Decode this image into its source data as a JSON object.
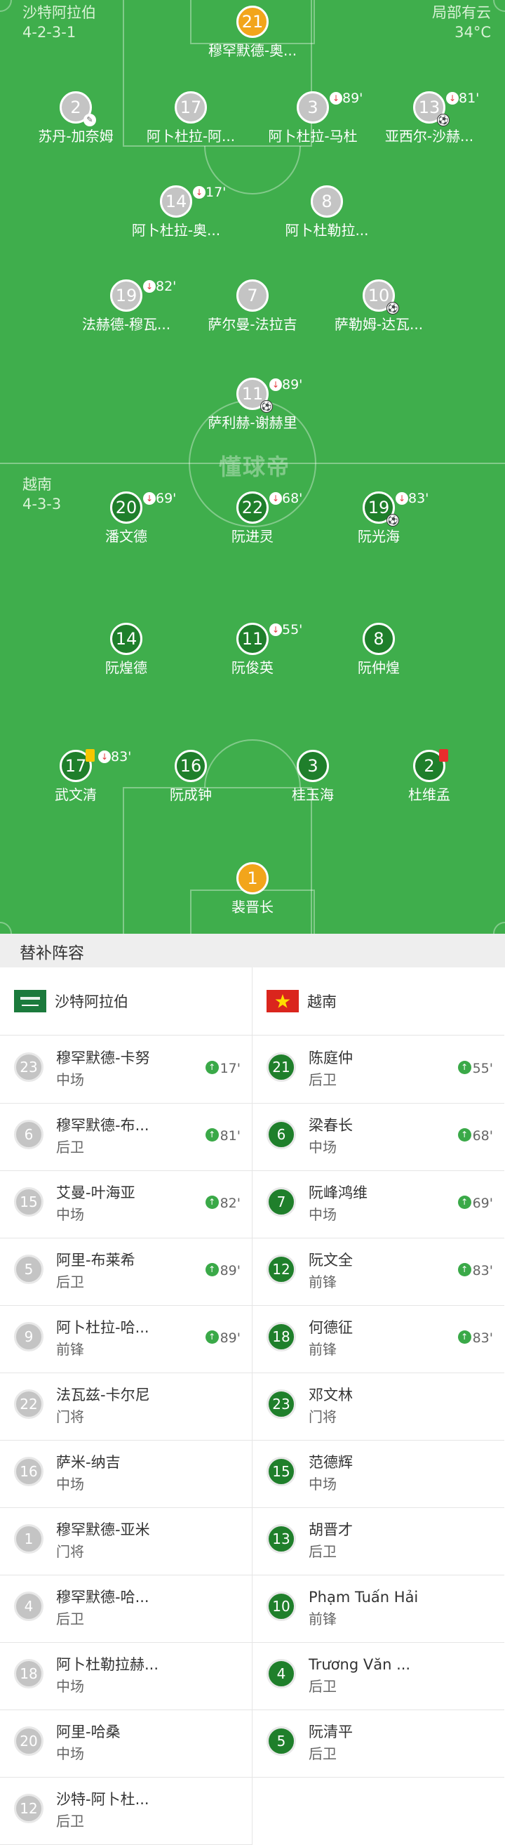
{
  "home": {
    "name": "沙特阿拉伯",
    "formation": "4-2-3-1"
  },
  "away": {
    "name": "越南",
    "formation": "4-3-3"
  },
  "weather": {
    "condition": "局部有云",
    "temperature": "34°C"
  },
  "watermark": "懂球帝",
  "colors": {
    "pitch": "#3fae4c",
    "home_disc": "#c4c4c4",
    "away_disc": "#1f7f2b",
    "goalkeeper_disc": "#f2a51b",
    "sub_in": "#3aa948",
    "sub_out": "#e3393c"
  },
  "lineup": {
    "home_gk": {
      "num": "21",
      "name": "穆罕默德-奥..."
    },
    "home_def": [
      {
        "num": "2",
        "name": "苏丹-加奈姆",
        "icon": "sock-icon"
      },
      {
        "num": "17",
        "name": "阿卜杜拉-阿..."
      },
      {
        "num": "3",
        "name": "阿卜杜拉-马杜",
        "sub_min": "89'"
      },
      {
        "num": "13",
        "name": "亚西尔-沙赫...",
        "sub_min": "81'",
        "icon": "ball-icon"
      }
    ],
    "home_dm": [
      {
        "num": "14",
        "name": "阿卜杜拉-奥...",
        "sub_min": "17'"
      },
      {
        "num": "8",
        "name": "阿卜杜勒拉..."
      }
    ],
    "home_am": [
      {
        "num": "19",
        "name": "法赫德-穆瓦...",
        "sub_min": "82'"
      },
      {
        "num": "7",
        "name": "萨尔曼-法拉吉"
      },
      {
        "num": "10",
        "name": "萨勒姆-达瓦...",
        "icon": "ball-icon"
      }
    ],
    "home_st": [
      {
        "num": "11",
        "name": "萨利赫-谢赫里",
        "sub_min": "89'",
        "icon": "ball-icon"
      }
    ],
    "away_fw": [
      {
        "num": "20",
        "name": "潘文德",
        "sub_min": "69'"
      },
      {
        "num": "22",
        "name": "阮进灵",
        "sub_min": "68'"
      },
      {
        "num": "19",
        "name": "阮光海",
        "sub_min": "83'",
        "icon": "ball-icon"
      }
    ],
    "away_mf": [
      {
        "num": "14",
        "name": "阮煌德"
      },
      {
        "num": "11",
        "name": "阮俊英",
        "sub_min": "55'"
      },
      {
        "num": "8",
        "name": "阮仲煌"
      }
    ],
    "away_df": [
      {
        "num": "17",
        "name": "武文清",
        "sub_min": "83'",
        "card": "yellow"
      },
      {
        "num": "16",
        "name": "阮成钟"
      },
      {
        "num": "3",
        "name": "桂玉海"
      },
      {
        "num": "2",
        "name": "杜维孟",
        "card": "red"
      }
    ],
    "away_gk": {
      "num": "1",
      "name": "裴晋长"
    }
  },
  "subs": {
    "title": "替补阵容",
    "home": [
      {
        "num": "23",
        "name": "穆罕默德-卡努",
        "pos": "中场",
        "in": "17'"
      },
      {
        "num": "6",
        "name": "穆罕默德-布...",
        "pos": "后卫",
        "in": "81'"
      },
      {
        "num": "15",
        "name": "艾曼-叶海亚",
        "pos": "中场",
        "in": "82'"
      },
      {
        "num": "5",
        "name": "阿里-布莱希",
        "pos": "后卫",
        "in": "89'"
      },
      {
        "num": "9",
        "name": "阿卜杜拉-哈...",
        "pos": "前锋",
        "in": "89'"
      },
      {
        "num": "22",
        "name": "法瓦兹-卡尔尼",
        "pos": "门将"
      },
      {
        "num": "16",
        "name": "萨米-纳吉",
        "pos": "中场"
      },
      {
        "num": "1",
        "name": "穆罕默德-亚米",
        "pos": "门将"
      },
      {
        "num": "4",
        "name": "穆罕默德-哈...",
        "pos": "后卫"
      },
      {
        "num": "18",
        "name": "阿卜杜勒拉赫...",
        "pos": "中场"
      },
      {
        "num": "20",
        "name": "阿里-哈桑",
        "pos": "中场"
      },
      {
        "num": "12",
        "name": "沙特-阿卜杜...",
        "pos": "后卫"
      }
    ],
    "away": [
      {
        "num": "21",
        "name": "陈庭仲",
        "pos": "后卫",
        "in": "55'"
      },
      {
        "num": "6",
        "name": "梁春长",
        "pos": "中场",
        "in": "68'"
      },
      {
        "num": "7",
        "name": "阮峰鸿维",
        "pos": "中场",
        "in": "69'"
      },
      {
        "num": "12",
        "name": "阮文全",
        "pos": "前锋",
        "in": "83'"
      },
      {
        "num": "18",
        "name": "何德征",
        "pos": "前锋",
        "in": "83'"
      },
      {
        "num": "23",
        "name": "邓文林",
        "pos": "门将"
      },
      {
        "num": "15",
        "name": "范德辉",
        "pos": "中场"
      },
      {
        "num": "13",
        "name": "胡晋才",
        "pos": "后卫"
      },
      {
        "num": "10",
        "name": "Phạm Tuấn Hải",
        "pos": "前锋"
      },
      {
        "num": "4",
        "name": "Trương Văn ...",
        "pos": "后卫"
      },
      {
        "num": "5",
        "name": "阮清平",
        "pos": "后卫"
      }
    ]
  }
}
